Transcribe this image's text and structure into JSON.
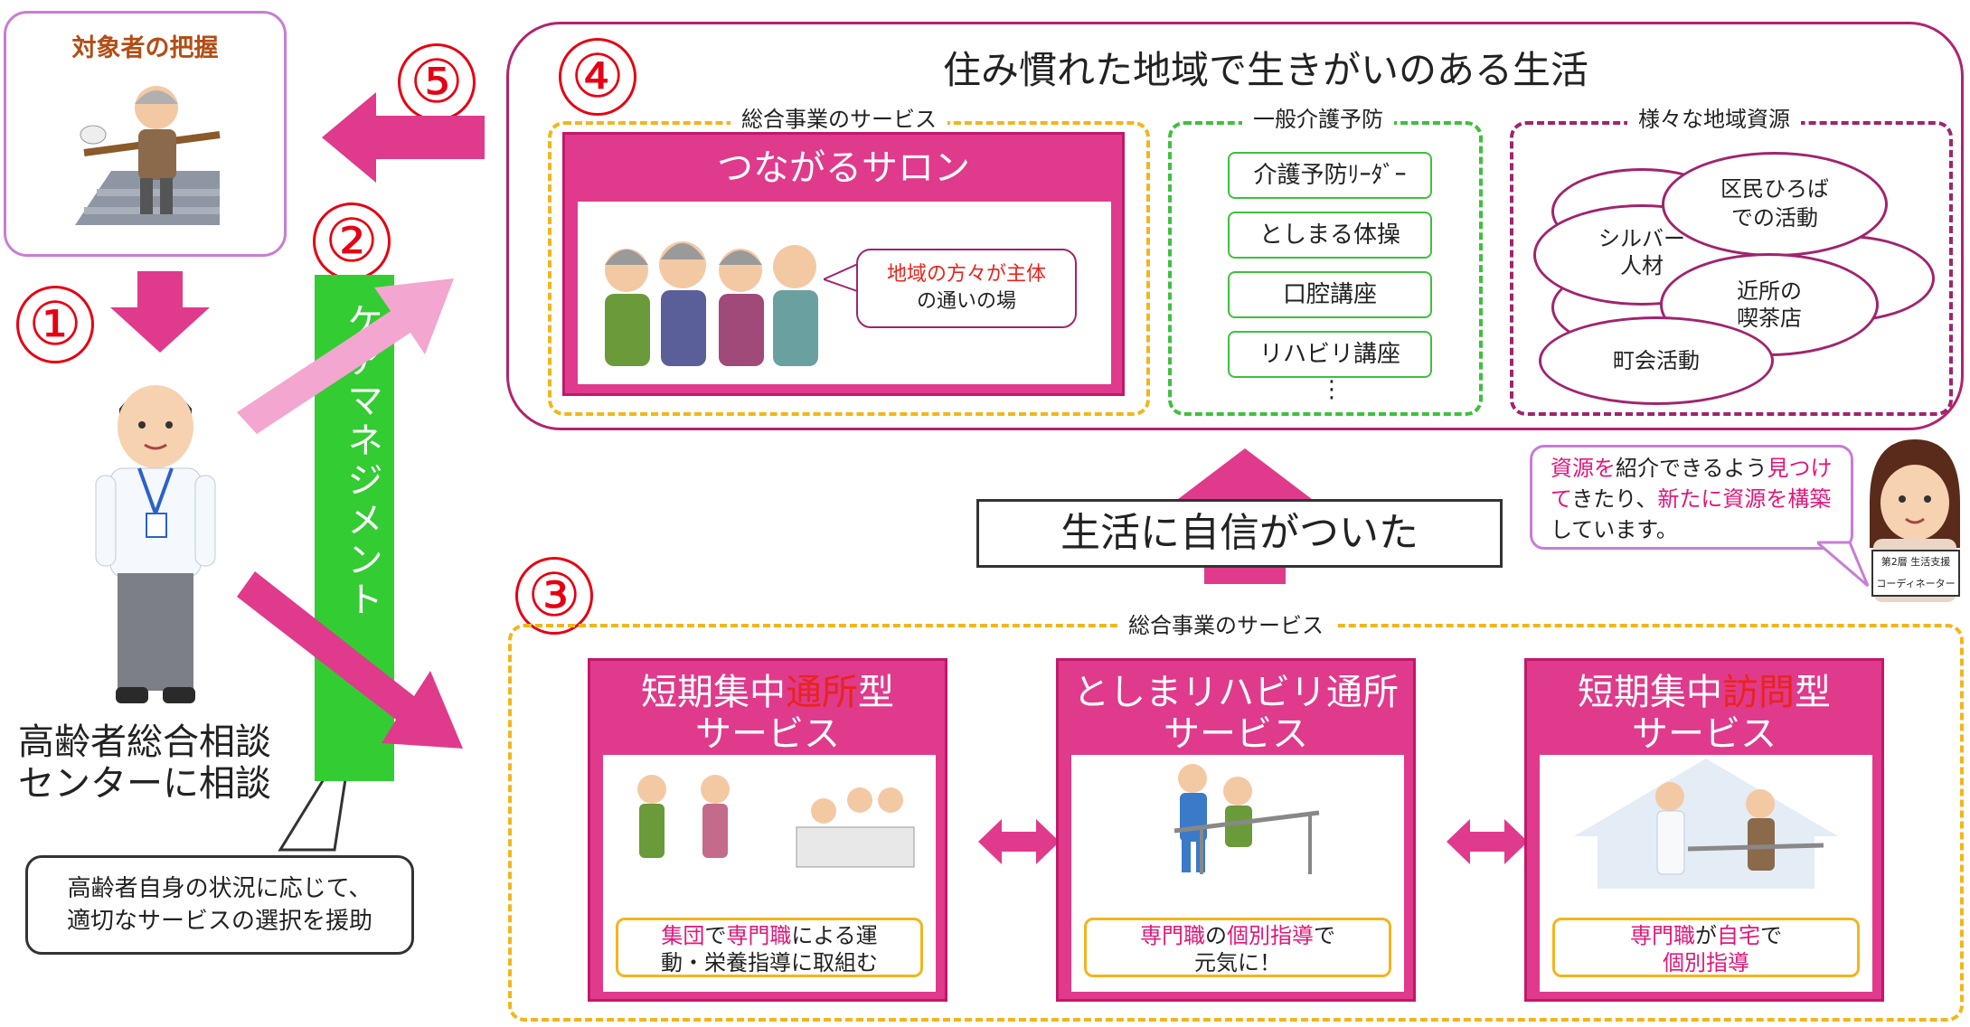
{
  "target": {
    "title": "対象者の把握"
  },
  "step1": {
    "num": "①",
    "label_line1": "高齢者総合相談",
    "label_line2": "センターに相談"
  },
  "step2": {
    "num": "②",
    "vertical_label": "ケアマネジメント",
    "callout_line1": "高齢者自身の状況に応じて、",
    "callout_line2": "適切なサービスの選択を援助"
  },
  "step3": {
    "num": "③",
    "frame_label": "総合事業のサービス",
    "cards": [
      {
        "title_a": "短期集中",
        "title_hl": "通所",
        "title_b": "型",
        "title_line2": "サービス",
        "cap_hl1": "集団",
        "cap_t1": "で",
        "cap_hl2": "専門職",
        "cap_t2": "による運",
        "cap_line2": "動・栄養指導に取組む"
      },
      {
        "title_line1": "としまリハビリ通所",
        "title_line2": "サービス",
        "cap_hl1": "専門職",
        "cap_t1": "の",
        "cap_hl2": "個別指導",
        "cap_t2": "で",
        "cap_line2": "元気に！"
      },
      {
        "title_a": "短期集中",
        "title_hl": "訪問",
        "title_b": "型",
        "title_line2": "サービス",
        "cap_hl1": "専門職",
        "cap_t1": "が",
        "cap_hl2": "自宅",
        "cap_t2": "で",
        "cap_line2": "個別指導"
      }
    ]
  },
  "confidence_label": "生活に自信がついた",
  "step4": {
    "num": "④",
    "title": "住み慣れた地域で生きがいのある生活",
    "salon": {
      "frame_label": "総合事業のサービス",
      "title": "つながるサロン",
      "bubble_hl": "地域の方々が主体",
      "bubble_line2": "の通いの場"
    },
    "prevention": {
      "frame_label": "一般介護予防",
      "items": [
        "介護予防ﾘｰﾀﾞｰ",
        "としまる体操",
        "口腔講座",
        "リハビリ講座"
      ],
      "more": "⋮"
    },
    "resources": {
      "frame_label": "様々な地域資源",
      "e1_line1": "区民ひろば",
      "e1_line2": "での活動",
      "e2_line1": "シルバー",
      "e2_line2": "人材",
      "e3_line1": "近所の",
      "e3_line2": "喫茶店",
      "e4": "町会活動"
    }
  },
  "step5": {
    "num": "⑤"
  },
  "coordinator": {
    "speech": [
      {
        "text": "資源を",
        "hl": true
      },
      {
        "text": "紹介できるよう",
        "hl": false
      },
      {
        "text": "見つけて",
        "hl": true
      },
      {
        "text": "きたり、",
        "hl": false
      },
      {
        "text": "新たに資源を構築",
        "hl": true
      },
      {
        "text": "しています。",
        "hl": false
      }
    ],
    "badge_line1": "第2層 生活支援",
    "badge_line2": "コーディネーター"
  },
  "colors": {
    "accent_pink": "#e03a8c",
    "magenta_border": "#c2186b",
    "green": "#33cc33",
    "yellow_dash": "#f2b51c",
    "green_dash": "#3fbf3f",
    "purple_dash": "#a0246e",
    "red": "#e60012"
  }
}
